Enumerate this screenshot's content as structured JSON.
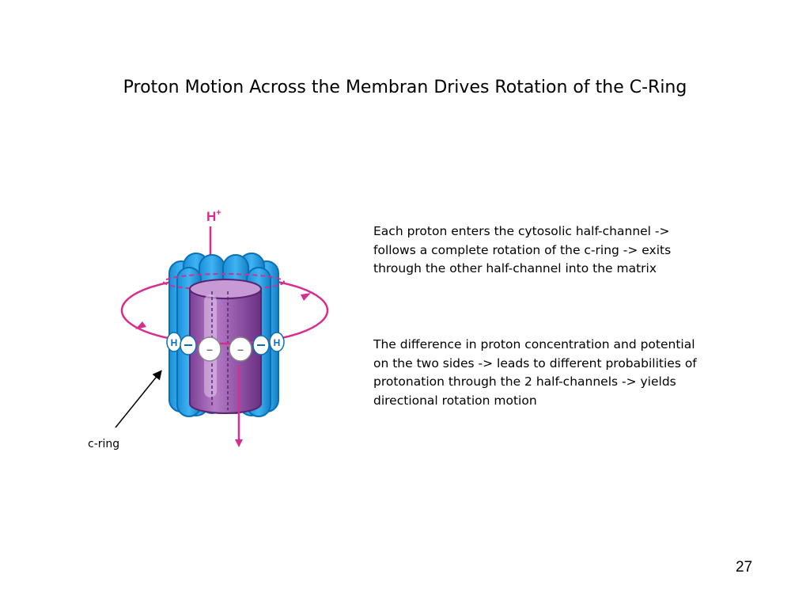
{
  "slide": {
    "title": "Proton Motion Across the Membran Drives Rotation of the C-Ring",
    "page_number": "27"
  },
  "diagram": {
    "proton_label": "H+",
    "proton_base": "H",
    "proton_charge": "+",
    "site_labels": [
      "H",
      "–",
      "–",
      "H"
    ],
    "callout_label": "c-ring",
    "colors": {
      "ring_blue": "#1f9ce6",
      "ring_blue_dark": "#0a6fb5",
      "stator_purple": "#9a58b0",
      "stator_purple_dark": "#6b2f82",
      "arrow_magenta": "#d82d8e"
    }
  },
  "text": {
    "paragraphs": [
      "Each proton enters the cytosolic half-channel -> follows a complete rotation of the c-ring  -> exits through the other half-channel into the matrix",
      "The difference in proton concentration and potential on the two sides -> leads to different probabilities of protonation through the 2 half-channels -> yields directional rotation motion"
    ]
  }
}
